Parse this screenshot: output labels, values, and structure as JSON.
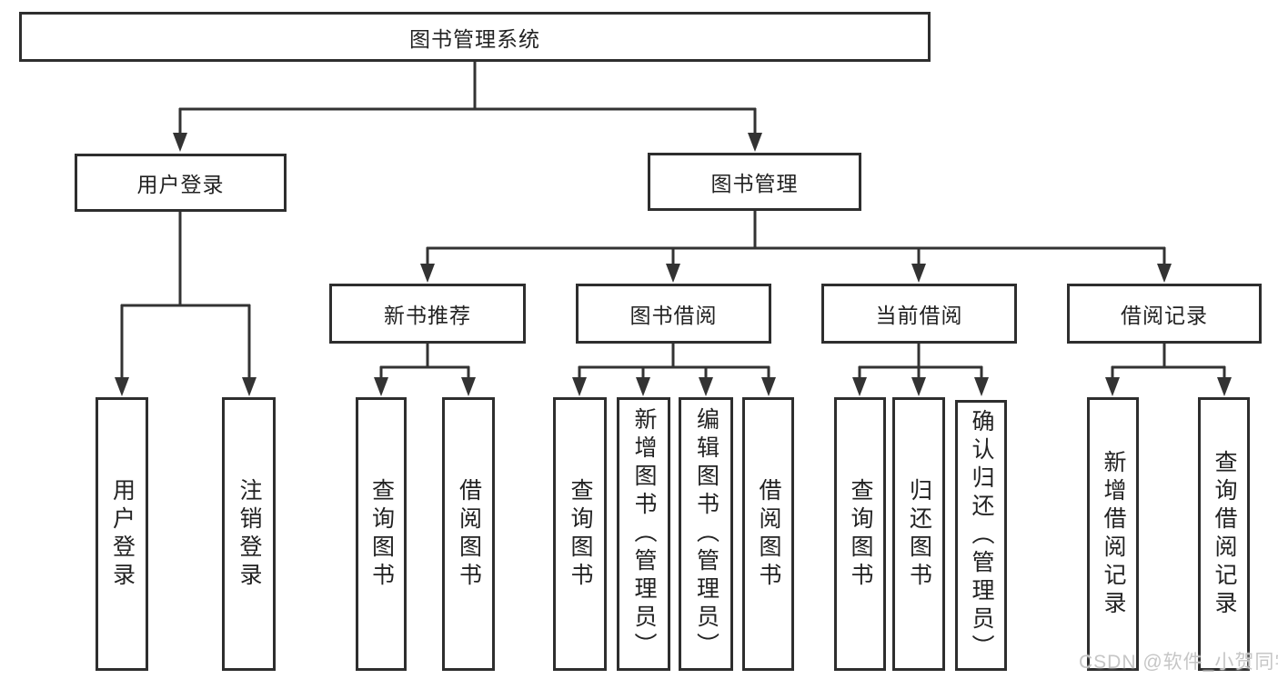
{
  "tree": {
    "root": {
      "label": "图书管理系统"
    },
    "login": {
      "label": "用户登录",
      "children": [
        {
          "label": "用户登录"
        },
        {
          "label": "注销登录"
        }
      ]
    },
    "manage": {
      "label": "图书管理",
      "groups": [
        {
          "label": "新书推荐",
          "children": [
            {
              "label": "查询图书"
            },
            {
              "label": "借阅图书"
            }
          ]
        },
        {
          "label": "图书借阅",
          "children": [
            {
              "label": "查询图书"
            },
            {
              "label": "新增图书（管理员）"
            },
            {
              "label": "编辑图书（管理员）"
            },
            {
              "label": "借阅图书"
            }
          ]
        },
        {
          "label": "当前借阅",
          "children": [
            {
              "label": "查询图书"
            },
            {
              "label": "归还图书"
            },
            {
              "label": "确认归还（管理员）"
            }
          ]
        },
        {
          "label": "借阅记录",
          "children": [
            {
              "label": "新增借阅记录"
            },
            {
              "label": "查询借阅记录"
            }
          ]
        }
      ]
    }
  },
  "watermark": {
    "text": "CSDN @软件_小贺同学"
  },
  "colors": {
    "line": "#333333",
    "border": "#2e2e2e",
    "text": "#222222",
    "watermark": "#c6c6c6",
    "background": "#ffffff"
  }
}
